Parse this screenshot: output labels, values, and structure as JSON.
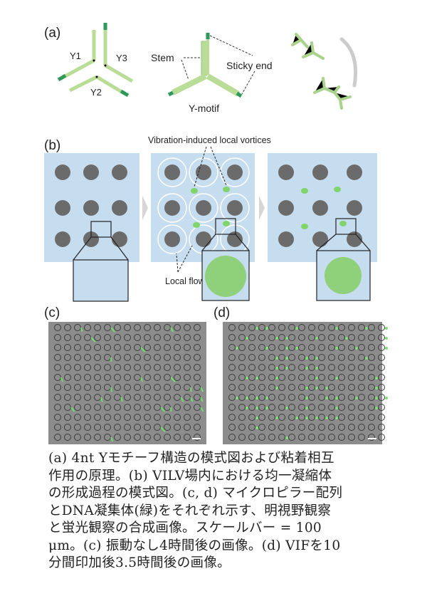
{
  "panel_a": {
    "label": "(a)",
    "strands": [
      "Y1",
      "Y2",
      "Y3"
    ],
    "stem_label": "Stem",
    "sticky_end_label": "Sticky end",
    "motif_label": "Y-motif"
  },
  "panel_b": {
    "label": "(b)",
    "vortices_label": "Vibration-induced local vortices",
    "flow_label": "Local flow"
  },
  "panel_c": {
    "label": "(c)"
  },
  "panel_d": {
    "label": "(d)"
  },
  "colors": {
    "dna_light": "#b9dc96",
    "dna_dark": "#2e9a5a",
    "well_blue": "#c6dcef",
    "pillar": "#6b6b6b",
    "condensate": "#7fd46a"
  },
  "caption": {
    "lines": [
      "(a) 4nt Yモチーフ構造の模式図および粘着相互",
      "作用の原理。(b) VILV場内における均一凝縮体",
      "の形成過程の模式図。(c, d) マイクロピラー配列",
      "とDNA凝集体(緑)をそれぞれ示す、明視野観察",
      "と蛍光観察の合成画像。スケールバー = 100",
      "μm。(c) 振動なし4時間後の画像。(d) VIFを10",
      "分間印加後3.5時間後の画像。"
    ]
  }
}
